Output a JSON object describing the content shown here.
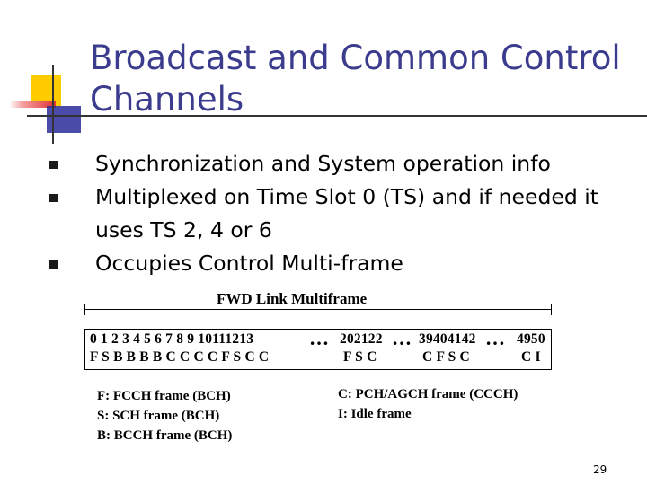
{
  "slide": {
    "title": "Broadcast and Common Control Channels",
    "bullets": [
      "Synchronization and System operation info",
      "Multiplexed on Time Slot 0 (TS) and if needed it uses TS 2, 4 or 6",
      "Occupies Control Multi-frame"
    ],
    "page_number": "29"
  },
  "diagram": {
    "title": "FWD Link Multiframe",
    "numbers_row": [
      "0 1 2 3 4 5 6 7 8 9 10111213",
      "202122",
      "39404142",
      "4950"
    ],
    "types_row": [
      "F S B B B B C C C C F S C C",
      "F S C",
      "C F S C",
      "C I"
    ],
    "ellipsis": "…",
    "legend_left": [
      "F: FCCH frame (BCH)",
      "S: SCH frame (BCH)",
      "B: BCCH frame (BCH)"
    ],
    "legend_right": [
      "C: PCH/AGCH frame (CCCH)",
      "I: Idle frame"
    ]
  },
  "colors": {
    "title": "#3c3c8e",
    "deco_yellow": "#ffcc00",
    "deco_red": "#e03030",
    "deco_blue": "#2b2b9a"
  }
}
